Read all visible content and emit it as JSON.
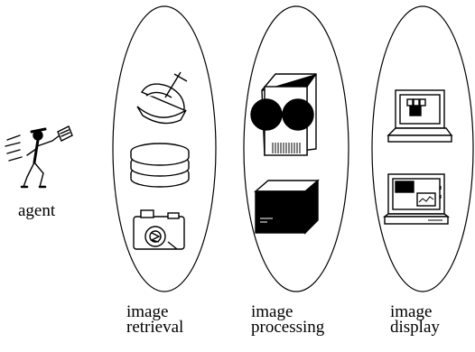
{
  "agent": {
    "label": "agent",
    "icon": "running-agent-icon"
  },
  "groups": [
    {
      "line1": "image",
      "line2": "retrieval",
      "icons": [
        "satellite-dish-icon",
        "disk-stack-icon",
        "camera-icon"
      ]
    },
    {
      "line1": "image",
      "line2": "processing",
      "icons": [
        "dual-reel-computer-icon",
        "black-box-computer-icon"
      ]
    },
    {
      "line1": "image",
      "line2": "display",
      "icons": [
        "laptop-icon",
        "desktop-workstation-icon"
      ]
    }
  ]
}
